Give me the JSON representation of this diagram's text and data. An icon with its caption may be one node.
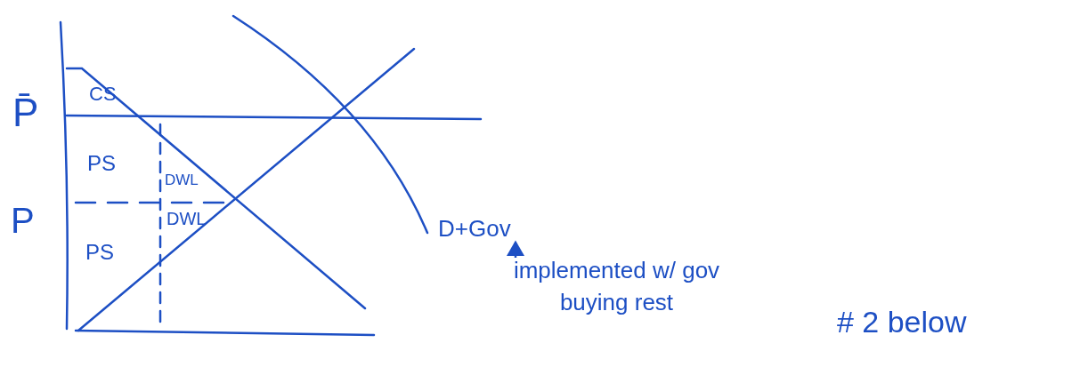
{
  "diagram": {
    "nodes": [
      {
        "text": [
          "D+Gov"
        ]
      },
      {
        "text": [
          "implemented w/ gov buying rest"
        ]
      }
    ],
    "edges": [
      {
        "from": 1,
        "to": 0,
        "arrow": "to"
      }
    ],
    "labels": [
      "CS",
      "P̄",
      "PS",
      "DWL",
      "P",
      "DWL",
      "PS",
      "# 2 below"
    ]
  }
}
